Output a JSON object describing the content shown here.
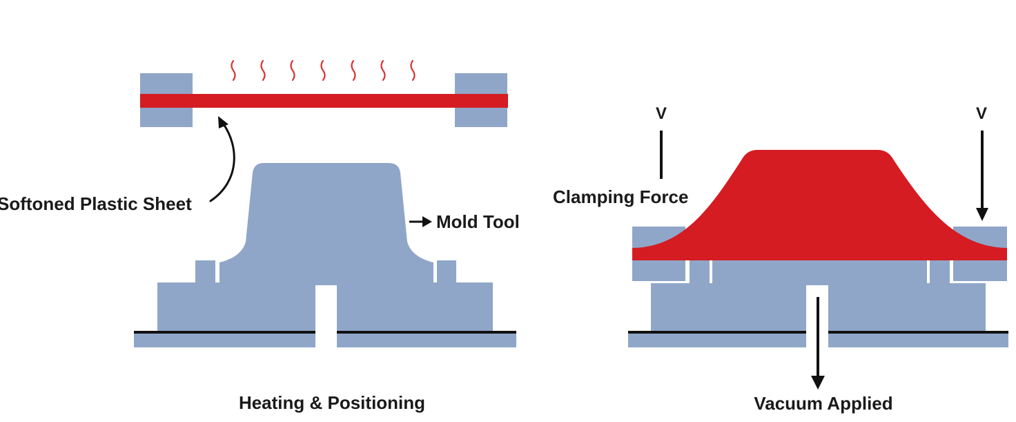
{
  "colors": {
    "steel": "#8fa6c8",
    "plastic": "#d41c22",
    "heat": "#d8312f",
    "ink": "#111111",
    "background": "#ffffff"
  },
  "left_panel": {
    "sheet_label": "Softoned Plastic Sheet",
    "mold_label": "Mold Tool",
    "caption": "Heating & Positioning"
  },
  "right_panel": {
    "force_marker_left": "V",
    "force_marker_right": "V",
    "clamp_label": "Clamping Force",
    "caption": "Vacuum Applied"
  }
}
